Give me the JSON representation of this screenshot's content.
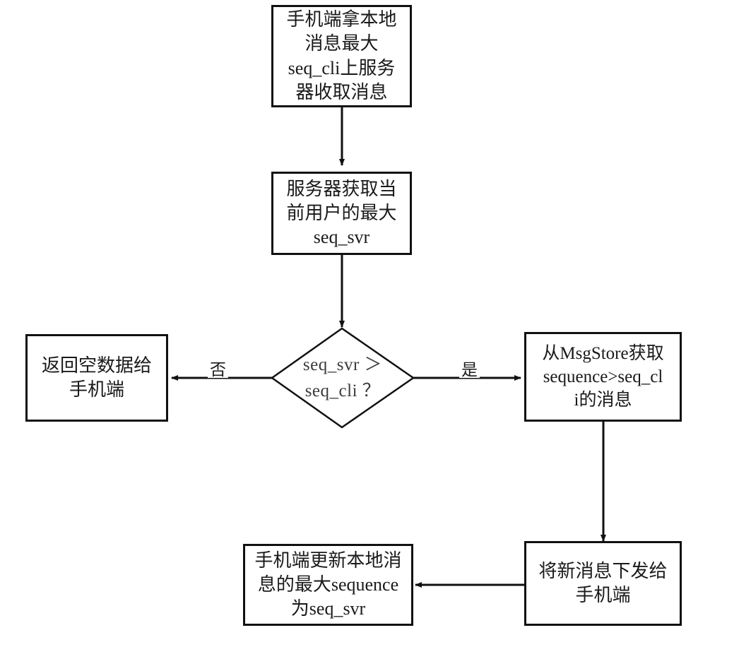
{
  "diagram": {
    "type": "flowchart",
    "title": "",
    "nodes": [
      {
        "id": "start",
        "shape": "process",
        "text": "手机端拿本地\n消息最大\nseq_cli上服务\n器收取消息"
      },
      {
        "id": "get-seq-svr",
        "shape": "process",
        "text": "服务器获取当\n前用户的最大\nseq_svr"
      },
      {
        "id": "decision",
        "shape": "diamond",
        "text": "seq_svr ＞\nseq_cli ？"
      },
      {
        "id": "return-empty",
        "shape": "process",
        "text": "返回空数据给\n手机端"
      },
      {
        "id": "fetch-msgstore",
        "shape": "process",
        "text": "从MsgStore获取\nsequence>seq_cl\ni的消息"
      },
      {
        "id": "push-new-msg",
        "shape": "process",
        "text": "将新消息下发给\n手机端"
      },
      {
        "id": "update-local",
        "shape": "process",
        "text": "手机端更新本地消\n息的最大sequence\n为seq_svr"
      }
    ],
    "edges": [
      {
        "id": "e1",
        "from": "start",
        "to": "get-seq-svr",
        "label": ""
      },
      {
        "id": "e2",
        "from": "get-seq-svr",
        "to": "decision",
        "label": ""
      },
      {
        "id": "e3",
        "from": "decision",
        "to": "return-empty",
        "label": "否"
      },
      {
        "id": "e4",
        "from": "decision",
        "to": "fetch-msgstore",
        "label": "是"
      },
      {
        "id": "e5",
        "from": "fetch-msgstore",
        "to": "push-new-msg",
        "label": ""
      },
      {
        "id": "e6",
        "from": "push-new-msg",
        "to": "update-local",
        "label": ""
      }
    ],
    "colors": {
      "stroke": "#111111",
      "background": "#ffffff",
      "text": "#1a1a1a",
      "diamond_text": "#3b3b3b"
    }
  }
}
